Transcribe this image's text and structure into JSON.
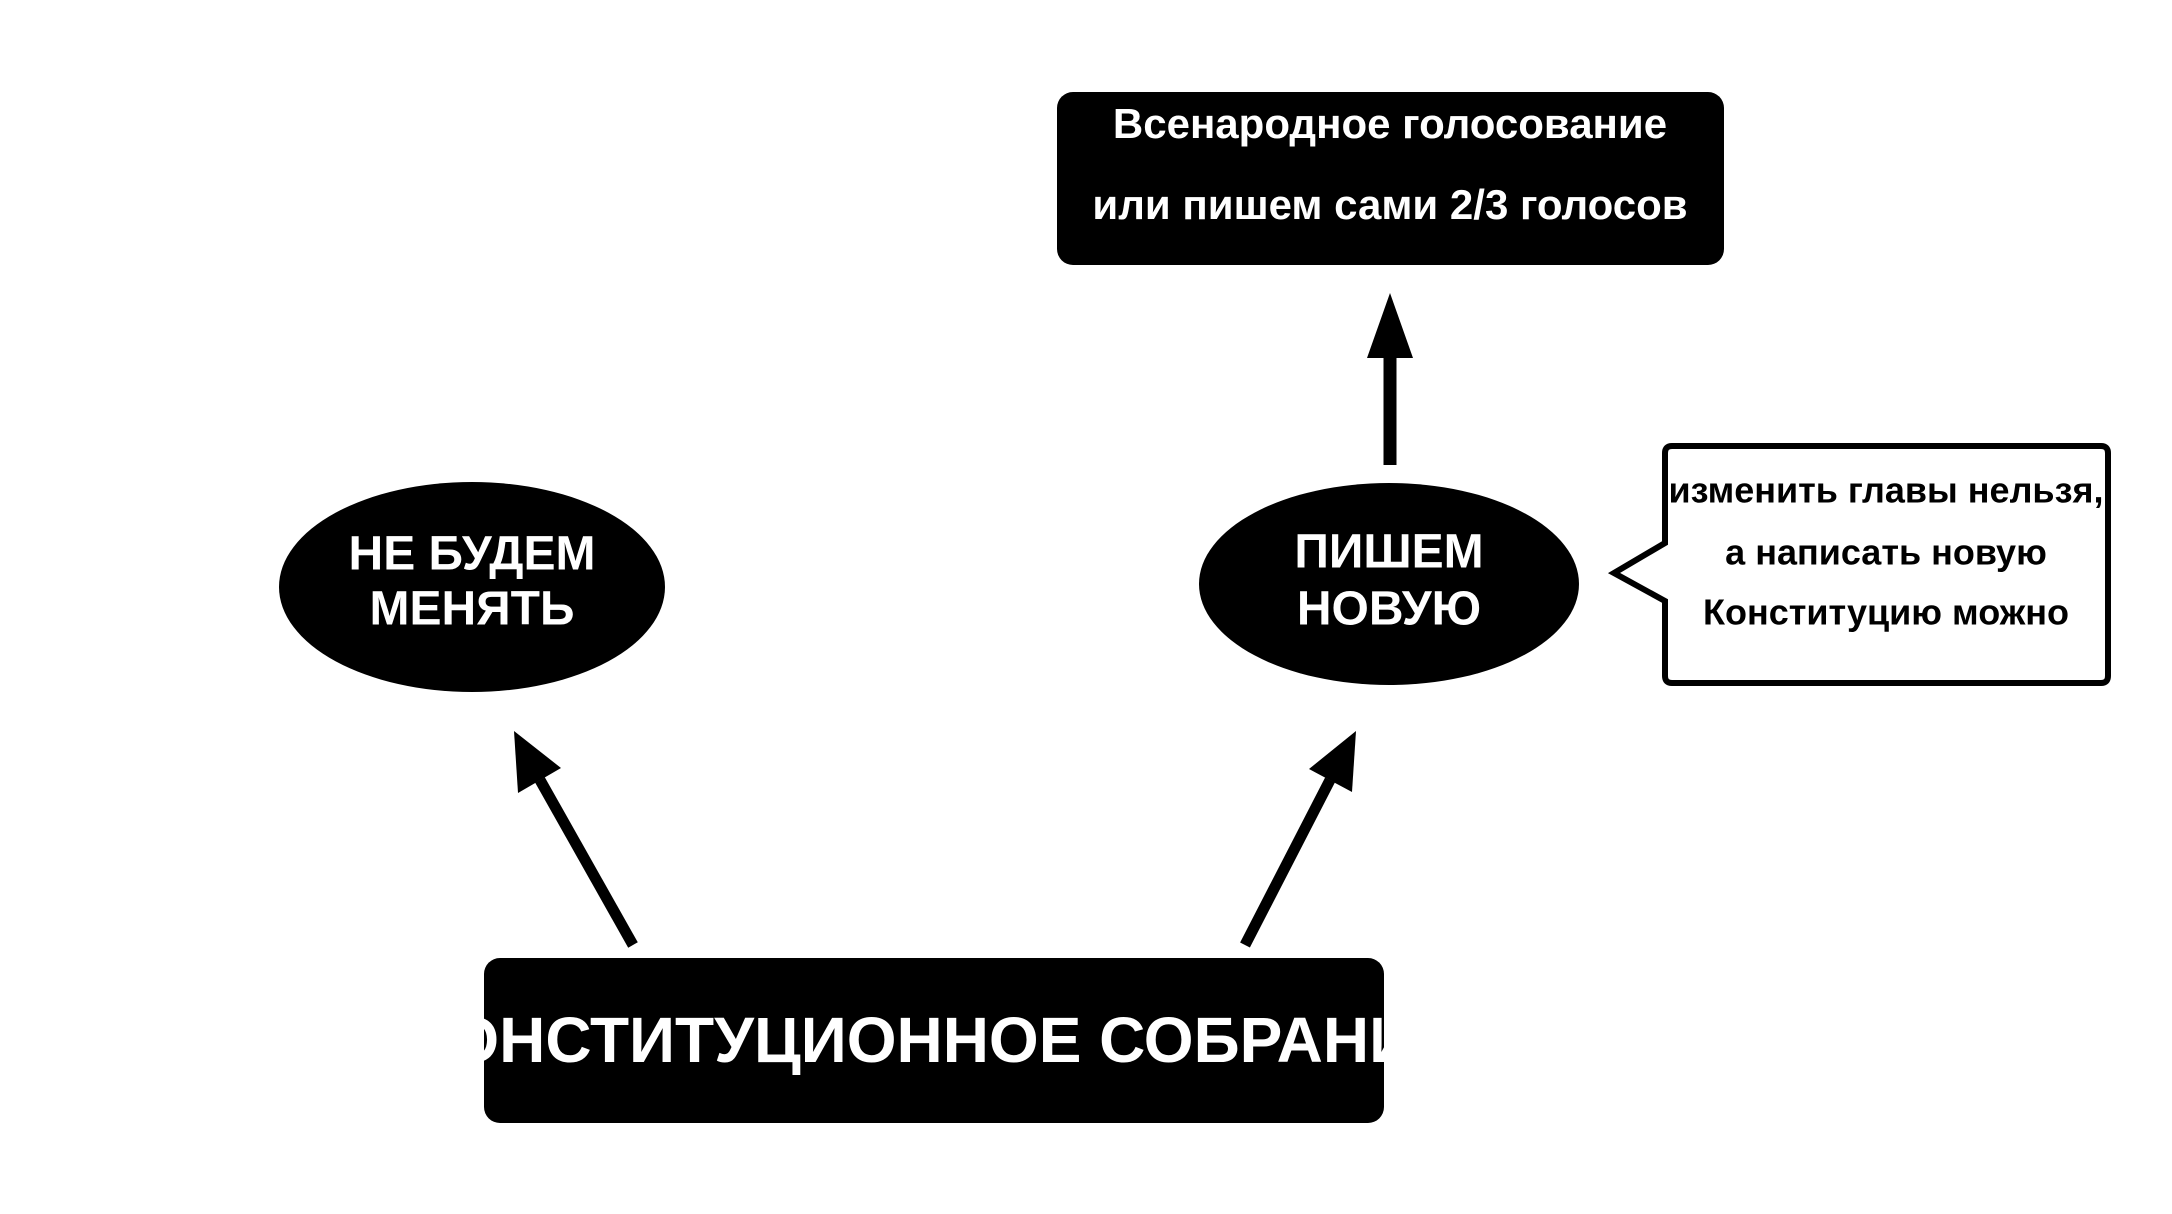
{
  "diagram": {
    "root": {
      "label": "КОНСТИТУЦИОННОЕ СОБРАНИЕ"
    },
    "left_option": {
      "line1": "НЕ БУДЕМ",
      "line2": "МЕНЯТЬ"
    },
    "right_option": {
      "line1": "ПИШЕМ",
      "line2": "НОВУЮ"
    },
    "top_result": {
      "line1": "Всенародное голосование",
      "line2": "или пишем сами 2/3 голосов"
    },
    "callout": {
      "line1": "изменить главы нельзя,",
      "line2": "а написать новую",
      "line3": "Конституцию можно"
    }
  },
  "colors": {
    "fill": "#000000",
    "text": "#ffffff",
    "background": "#ffffff"
  }
}
